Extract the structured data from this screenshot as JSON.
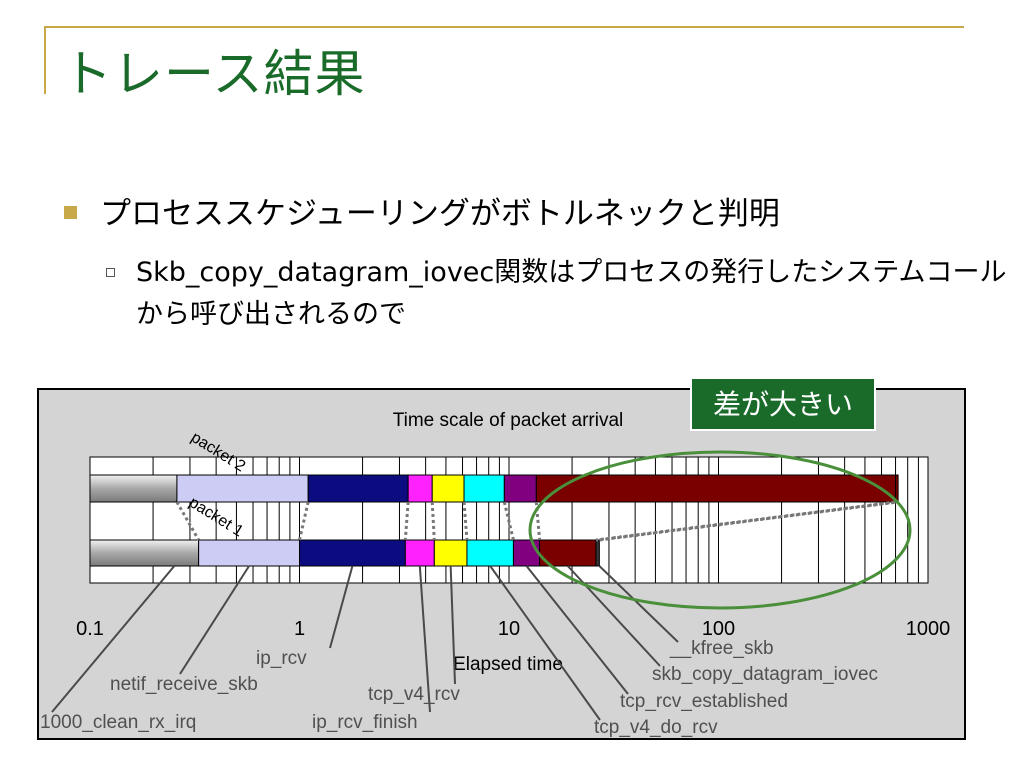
{
  "slide": {
    "title": "トレース結果",
    "bullet1": "プロセススケジューリングがボトルネックと判明",
    "bullet2": "Skb_copy_datagram_iovec関数はプロセスの発行したシステムコールから呼び出されるので"
  },
  "badge": {
    "label": "差が大きい"
  },
  "colors": {
    "title": "#1a6b2a",
    "accent": "#c8a94a",
    "figure_bg": "#d4d4d4",
    "badge_bg": "#1a6b2a",
    "ellipse": "#4a8f3a"
  },
  "chart_data": {
    "type": "bar",
    "title": "Time scale of packet arrival",
    "xlabel": "Elapsed time",
    "x_scale": "log",
    "xlim": [
      0.1,
      1000
    ],
    "x_ticks": [
      "0.1",
      "1",
      "10",
      "100",
      "1000"
    ],
    "grid": true,
    "series": [
      {
        "name": "packet 2",
        "segments": [
          {
            "stage": "1000_clean_rx_irq",
            "start": 0.1,
            "end": 0.26,
            "color": "#b0b0b0"
          },
          {
            "stage": "netif_receive_skb",
            "start": 0.26,
            "end": 1.1,
            "color": "#ccccf5"
          },
          {
            "stage": "ip_rcv",
            "start": 1.1,
            "end": 3.3,
            "color": "#0c0c80"
          },
          {
            "stage": "ip_rcv_finish",
            "start": 3.3,
            "end": 4.3,
            "color": "#ff22ff"
          },
          {
            "stage": "tcp_v4_rcv",
            "start": 4.3,
            "end": 6.1,
            "color": "#ffff00"
          },
          {
            "stage": "tcp_v4_do_rcv",
            "start": 6.1,
            "end": 9.5,
            "color": "#00ffff"
          },
          {
            "stage": "tcp_rcv_established",
            "start": 9.5,
            "end": 13.5,
            "color": "#800080"
          },
          {
            "stage": "skb_copy_datagram_iovec",
            "start": 13.5,
            "end": 700,
            "color": "#7a0000"
          },
          {
            "stage": "__kfree_skb",
            "start": 700,
            "end": 720,
            "color": "#7a0000"
          }
        ]
      },
      {
        "name": "packet 1",
        "segments": [
          {
            "stage": "1000_clean_rx_irq",
            "start": 0.1,
            "end": 0.33,
            "color": "#b0b0b0"
          },
          {
            "stage": "netif_receive_skb",
            "start": 0.33,
            "end": 1.0,
            "color": "#ccccf5"
          },
          {
            "stage": "ip_rcv",
            "start": 1.0,
            "end": 3.2,
            "color": "#0c0c80"
          },
          {
            "stage": "ip_rcv_finish",
            "start": 3.2,
            "end": 4.4,
            "color": "#ff22ff"
          },
          {
            "stage": "tcp_v4_rcv",
            "start": 4.4,
            "end": 6.3,
            "color": "#ffff00"
          },
          {
            "stage": "tcp_v4_do_rcv",
            "start": 6.3,
            "end": 10.5,
            "color": "#00ffff"
          },
          {
            "stage": "tcp_rcv_established",
            "start": 10.5,
            "end": 14,
            "color": "#800080"
          },
          {
            "stage": "skb_copy_datagram_iovec",
            "start": 14,
            "end": 26,
            "color": "#7a0000"
          },
          {
            "stage": "__kfree_skb",
            "start": 26,
            "end": 27,
            "color": "#333333"
          }
        ]
      }
    ],
    "stage_labels": [
      "1000_clean_rx_irq",
      "netif_receive_skb",
      "ip_rcv",
      "ip_rcv_finish",
      "tcp_v4_rcv",
      "tcp_v4_do_rcv",
      "tcp_rcv_established",
      "skb_copy_datagram_iovec",
      "__kfree_skb"
    ]
  }
}
